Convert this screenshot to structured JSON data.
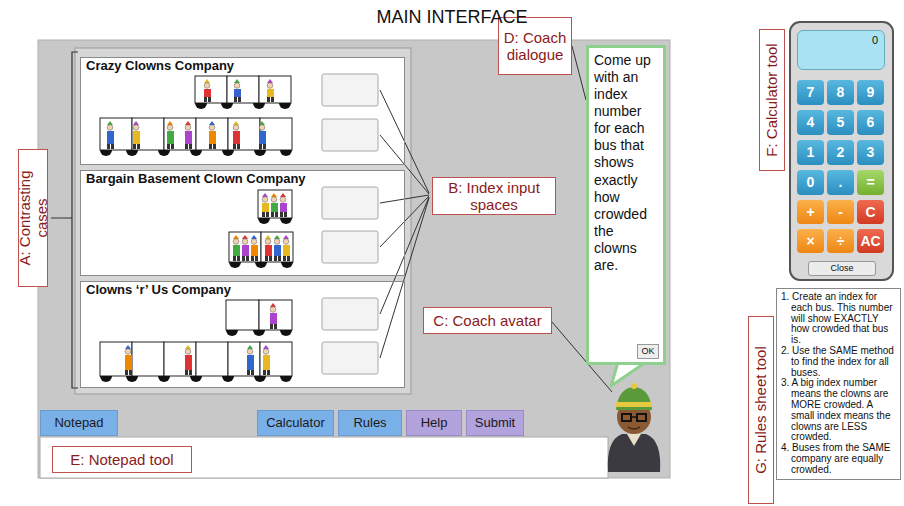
{
  "diagram": {
    "title": "MAIN INTERFACE",
    "nodes": [
      {
        "text": [
          "Crazy Clowns Company"
        ]
      },
      {
        "text": [
          "Bargain Basement Clown Company"
        ]
      },
      {
        "text": [
          "Clowns ‘r’ Us Company"
        ]
      },
      {
        "text": [
          "A: Contrasting cases"
        ]
      },
      {
        "text": [
          "B: Index input spaces"
        ]
      },
      {
        "text": [
          "C: Coach avatar"
        ]
      },
      {
        "text": [
          "D: Coach dialogue"
        ]
      },
      {
        "text": [
          "Come up with an index number for each bus that shows exactly how crowded the clowns are."
        ]
      },
      {
        "text": [
          "OK"
        ],
        "in": 7
      },
      {
        "text": [
          "Notepad"
        ]
      },
      {
        "text": [
          "Calculator"
        ]
      },
      {
        "text": [
          "Rules"
        ]
      },
      {
        "text": [
          "Help"
        ]
      },
      {
        "text": [
          "Submit"
        ]
      },
      {
        "text": [
          "E: Notepad tool"
        ]
      },
      {
        "text": [
          "F: Calculator tool"
        ]
      },
      {
        "text": [
          "0"
        ]
      },
      {
        "text": [
          "7"
        ]
      },
      {
        "text": [
          "8"
        ]
      },
      {
        "text": [
          "9"
        ]
      },
      {
        "text": [
          "4"
        ]
      },
      {
        "text": [
          "5"
        ]
      },
      {
        "text": [
          "6"
        ]
      },
      {
        "text": [
          "1"
        ]
      },
      {
        "text": [
          "2"
        ]
      },
      {
        "text": [
          "3"
        ]
      },
      {
        "text": [
          "0"
        ]
      },
      {
        "text": [
          "."
        ]
      },
      {
        "text": [
          "="
        ]
      },
      {
        "text": [
          "+"
        ]
      },
      {
        "text": [
          "-"
        ]
      },
      {
        "text": [
          "C"
        ]
      },
      {
        "text": [
          "×"
        ]
      },
      {
        "text": [
          "÷"
        ]
      },
      {
        "text": [
          "AC"
        ]
      },
      {
        "text": [
          "Close"
        ]
      },
      {
        "text": [
          "G: Rules sheet tool"
        ]
      },
      {
        "text": [
          "1. Create an index for each bus. This number will show EXACTLY how crowded that bus is.",
          "2. Use the SAME method to find the index for all buses.",
          "3. A big index number means the clowns are MORE crowded. A small index means the clowns are LESS crowded.",
          "4. Buses from the SAME company are equally crowded."
        ]
      }
    ],
    "edges": [
      {
        "from": 6,
        "to": 7,
        "arrow": "none"
      }
    ]
  }
}
